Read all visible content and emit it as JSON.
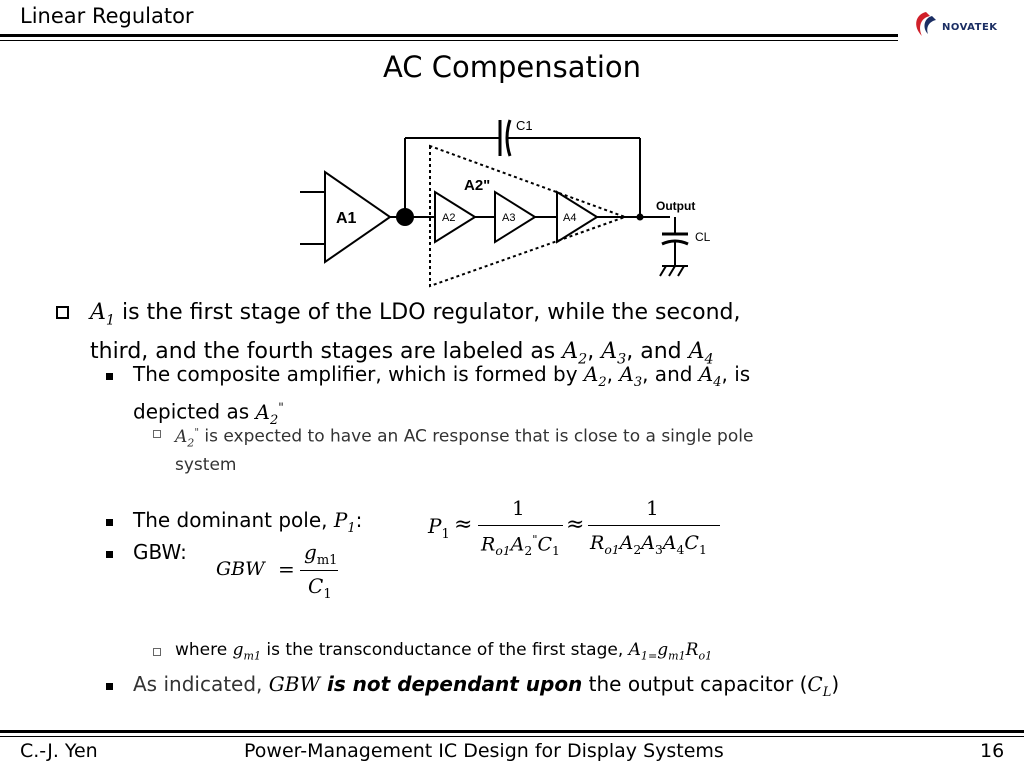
{
  "header": {
    "title": "Linear Regulator",
    "logo_text": "NOVATEK"
  },
  "slide": {
    "title": "AC Compensation"
  },
  "circuit": {
    "labels": {
      "c1": "C1",
      "a2pp": "A2\"",
      "a1": "A1",
      "a2": "A2",
      "a3": "A3",
      "a4": "A4",
      "output": "Output",
      "cl": "CL"
    }
  },
  "bullets": {
    "b1_line1_pre": "A",
    "b1_line1_sub": "1",
    "b1_line1_text": " is the first stage of the LDO regulator, while the second,",
    "b1_line2_text": "third, and the fourth stages are labeled as ",
    "b1_a2": "A",
    "b1_a2_sub": "2",
    "b1_comma1": ", ",
    "b1_a3": "A",
    "b1_a3_sub": "3",
    "b1_and": ", and ",
    "b1_a4": "A",
    "b1_a4_sub": "4",
    "b2_text1": "The composite amplifier, which is formed by ",
    "b2_a2": "A",
    "b2_a2_sub": "2",
    "b2_comma": ", ",
    "b2_a3": "A",
    "b2_a3_sub": "3",
    "b2_and": ", and ",
    "b2_a4": "A",
    "b2_a4_sub": "4",
    "b2_is": ", is",
    "b2_line2": "depicted as ",
    "b2_a2pp": "A",
    "b2_a2pp_sub": "2",
    "b2_a2pp_sup": "\"",
    "b3_a2": "A",
    "b3_a2_sub": "2",
    "b3_a2_sup": "\"",
    "b3_text1": " is expected to have an AC response that is close to a single pole",
    "b3_line2": "system",
    "b4_text": "The dominant pole, ",
    "b4_p": "P",
    "b4_p_sub": "1",
    "b4_colon": ":",
    "b5_text": "GBW:",
    "b6_text1": "where ",
    "b6_g": "g",
    "b6_g_sub": "m1",
    "b6_text2": " is the transconductance of the first stage, ",
    "b6_eq": "A",
    "b6_eq_sub1": "1=",
    "b6_eq_g": "g",
    "b6_eq_sub2": "m1",
    "b6_eq_r": "R",
    "b6_eq_sub3": "o1",
    "b7_text1": "As indicated, ",
    "b7_gbw": "GBW",
    "b7_bold": " is not dependant upon",
    "b7_text2": " the output capacitor (",
    "b7_c": "C",
    "b7_c_sub": "L",
    "b7_close": ")"
  },
  "formulas": {
    "p1_lhs": "P",
    "p1_lhs_sub": "1",
    "approx": "≈",
    "one": "1",
    "den1": "R",
    "den1_sub": "o1",
    "den1_a": "A",
    "den1_a_sub": "2",
    "den1_a_sup": "\"",
    "den1_c": "C",
    "den1_c_sub": "1",
    "den2": "R",
    "den2_sub": "o1",
    "den2_a2": "A",
    "den2_a2_sub": "2",
    "den2_a3": "A",
    "den2_a3_sub": "3",
    "den2_a4": "A",
    "den2_a4_sub": "4",
    "den2_c": "C",
    "den2_c_sub": "1",
    "gbw_lhs": "GBW",
    "equals": "=",
    "gbw_num": "g",
    "gbw_num_sub": "m1",
    "gbw_den": "C",
    "gbw_den_sub": "1"
  },
  "footer": {
    "author": "C.-J. Yen",
    "course": "Power-Management IC Design for Display Systems",
    "page": "16"
  },
  "colors": {
    "logo_red": "#d0202a",
    "logo_blue": "#1b2e63"
  }
}
